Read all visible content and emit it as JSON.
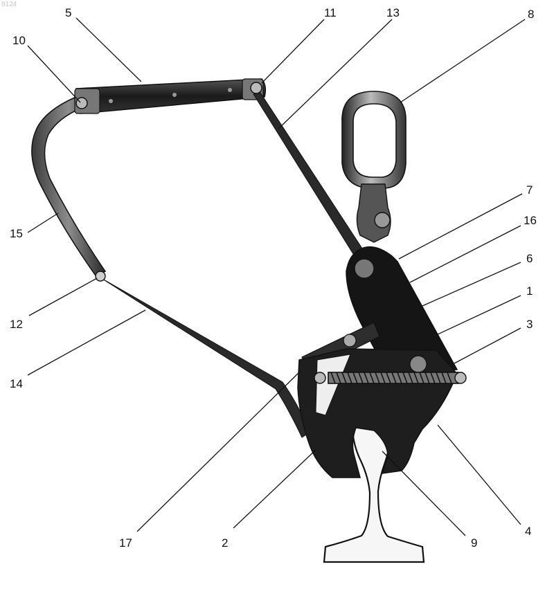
{
  "figure": {
    "corner_id": "8124",
    "callouts": [
      {
        "id": "c1",
        "label": "1"
      },
      {
        "id": "c2",
        "label": "2"
      },
      {
        "id": "c3",
        "label": "3"
      },
      {
        "id": "c4",
        "label": "4"
      },
      {
        "id": "c5",
        "label": "5"
      },
      {
        "id": "c6",
        "label": "6"
      },
      {
        "id": "c7",
        "label": "7"
      },
      {
        "id": "c8",
        "label": "8"
      },
      {
        "id": "c9",
        "label": "9"
      },
      {
        "id": "c10",
        "label": "10"
      },
      {
        "id": "c11",
        "label": "11"
      },
      {
        "id": "c12",
        "label": "12"
      },
      {
        "id": "c13",
        "label": "13"
      },
      {
        "id": "c14",
        "label": "14"
      },
      {
        "id": "c15",
        "label": "15"
      },
      {
        "id": "c16",
        "label": "16"
      },
      {
        "id": "c17",
        "label": "17"
      }
    ]
  },
  "colors": {
    "ink": "#111111",
    "metal_dark": "#1c1c1c",
    "metal_mid": "#3a3a3a",
    "metal_light": "#8a8a8a",
    "rail": "#f4f4f4"
  }
}
